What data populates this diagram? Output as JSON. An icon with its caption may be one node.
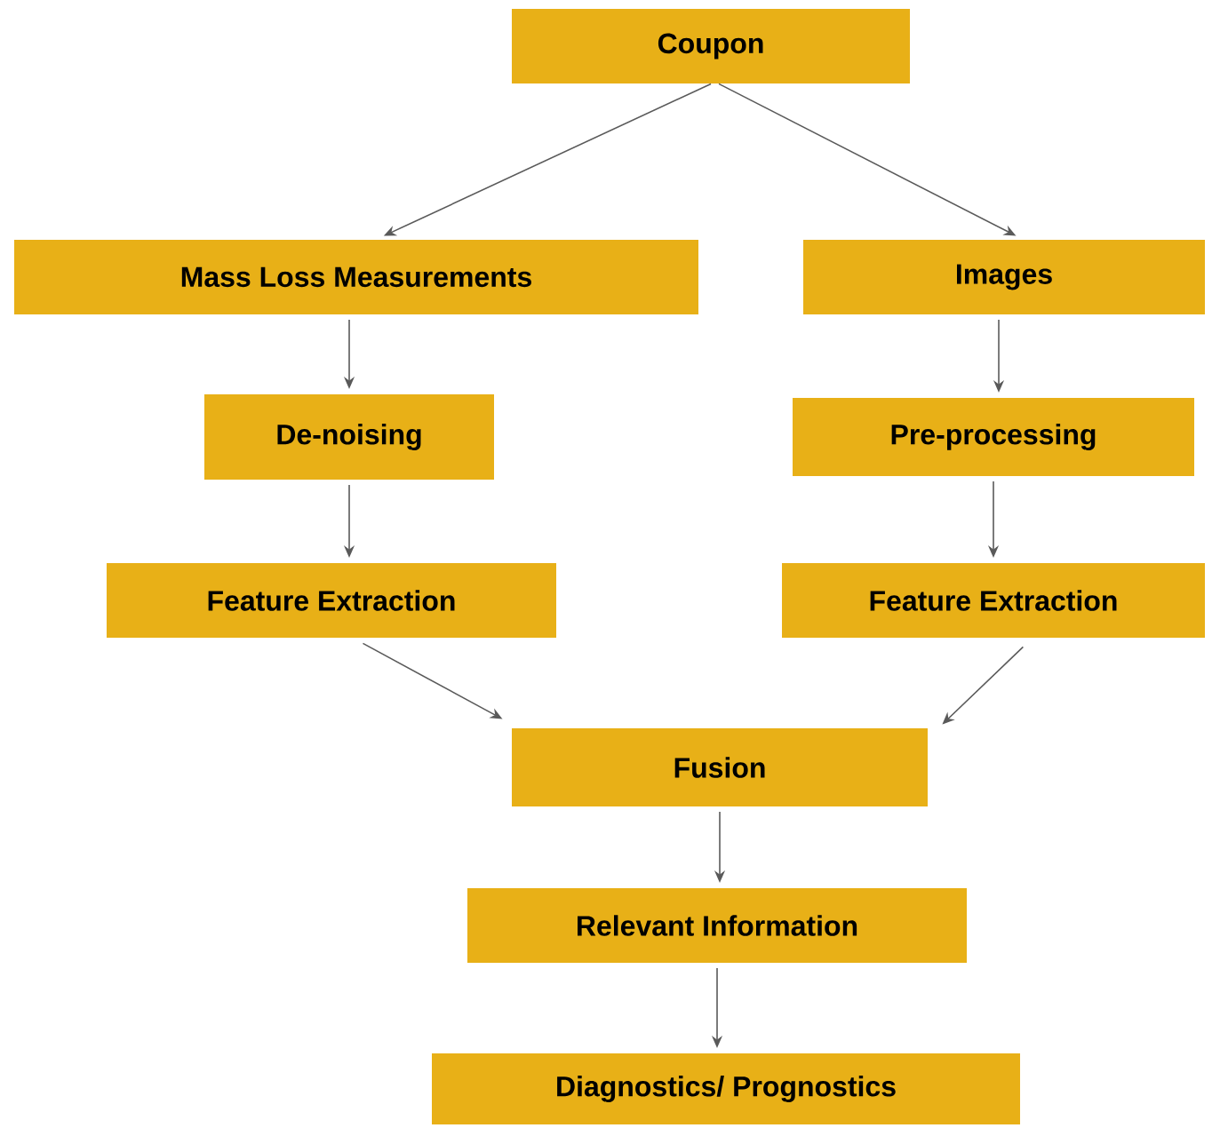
{
  "diagram": {
    "nodes": [
      {
        "text": [
          "Coupon"
        ]
      },
      {
        "text": [
          "Mass Loss Measurements"
        ]
      },
      {
        "text": [
          "Images"
        ]
      },
      {
        "text": [
          "De-noising"
        ]
      },
      {
        "text": [
          "Pre-processing"
        ]
      },
      {
        "text": [
          "Feature Extraction"
        ]
      },
      {
        "text": [
          "Feature Extraction"
        ]
      },
      {
        "text": [
          "Fusion"
        ]
      },
      {
        "text": [
          "Relevant Information"
        ]
      },
      {
        "text": [
          "Diagnostics/ Prognostics"
        ]
      }
    ],
    "edges": [
      {
        "from": 0,
        "to": 1,
        "arrow": "to"
      },
      {
        "from": 0,
        "to": 2,
        "arrow": "to"
      },
      {
        "from": 1,
        "to": 3,
        "arrow": "to"
      },
      {
        "from": 3,
        "to": 5,
        "arrow": "to"
      },
      {
        "from": 2,
        "to": 4,
        "arrow": "to"
      },
      {
        "from": 4,
        "to": 6,
        "arrow": "to"
      },
      {
        "from": 5,
        "to": 7,
        "arrow": "to"
      },
      {
        "from": 6,
        "to": 7,
        "arrow": "to"
      },
      {
        "from": 7,
        "to": 8,
        "arrow": "to"
      },
      {
        "from": 8,
        "to": 9,
        "arrow": "to"
      }
    ]
  }
}
